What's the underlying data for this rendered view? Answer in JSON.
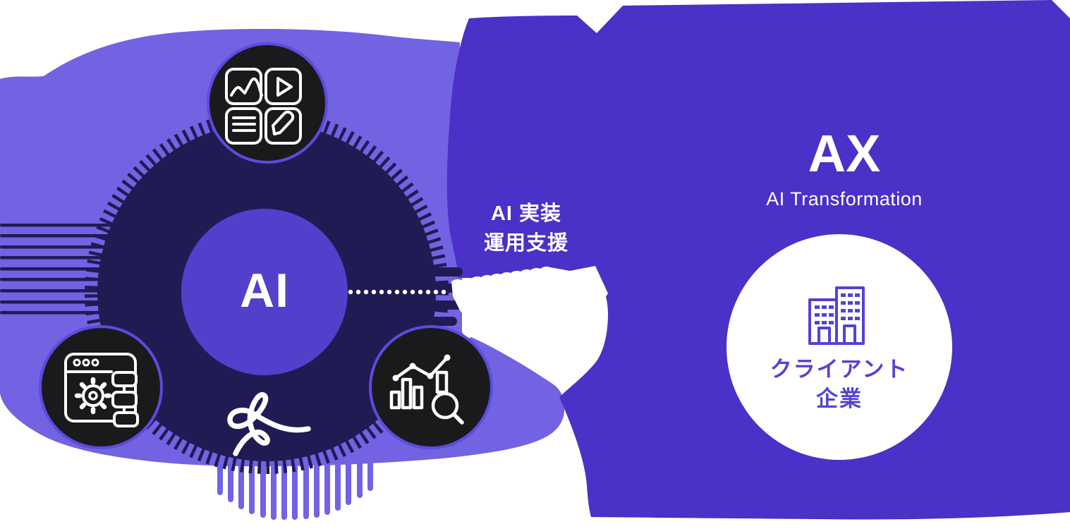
{
  "diagram": {
    "title_context": "AI to AX transformation diagram",
    "left_cluster": {
      "core_label": "AI",
      "icon_circles": [
        "content-media-grid-icon",
        "automation-browser-gear-icon",
        "analytics-chart-search-icon"
      ],
      "decoration": "signature-squiggle"
    },
    "flow": {
      "line1": "AI 実装",
      "line2": "運用支援",
      "connector": "dotted-line-and-brush-arrow"
    },
    "right_cluster": {
      "title": "AX",
      "subtitle": "AI Transformation",
      "client_circle": {
        "icon": "office-buildings-icon",
        "line1": "クライアント",
        "line2": "企業"
      }
    },
    "colors": {
      "light_purple_blob": "#7163e1",
      "dark_navy_ring": "#211b54",
      "ai_core_purple": "#5140cb",
      "right_violet_blob": "#4a31c7",
      "icon_circle_black": "#1a1a1c",
      "icon_ring_purple": "#5c4bdf",
      "client_accent_purple": "#5243d6",
      "background": "#ffffff",
      "line_art": "#ffffff"
    }
  }
}
